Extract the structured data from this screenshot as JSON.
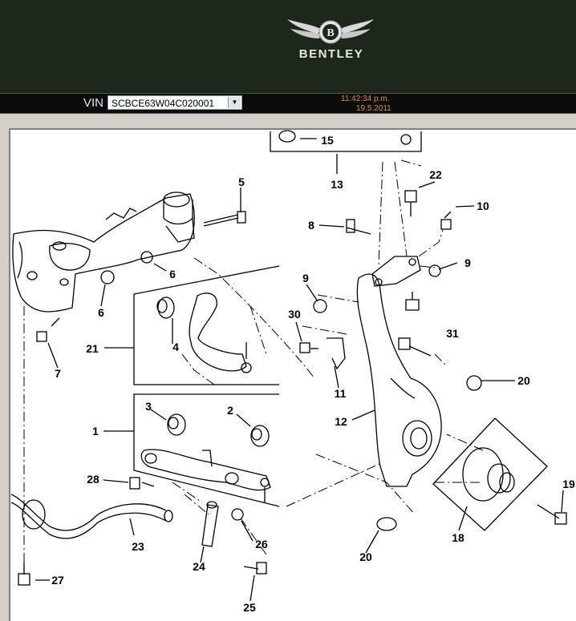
{
  "brand": {
    "name": "BENTLEY"
  },
  "toolbar": {
    "vin_label": "VIN",
    "vin_value": "SCBCE63W04C020001",
    "time": "11:42:34 p.m.",
    "date": "19.5.2011"
  },
  "icons": {
    "logo": "bentley-winged-b-logo",
    "dropdown": "chevron-down-icon"
  },
  "diagram": {
    "part_numbers": [
      "15",
      "13",
      "22",
      "5",
      "8",
      "10",
      "9",
      "9",
      "6",
      "6",
      "30",
      "31",
      "21",
      "4",
      "20",
      "7",
      "11",
      "12",
      "3",
      "2",
      "1",
      "28",
      "19",
      "23",
      "26",
      "18",
      "24",
      "20",
      "27",
      "25"
    ]
  }
}
